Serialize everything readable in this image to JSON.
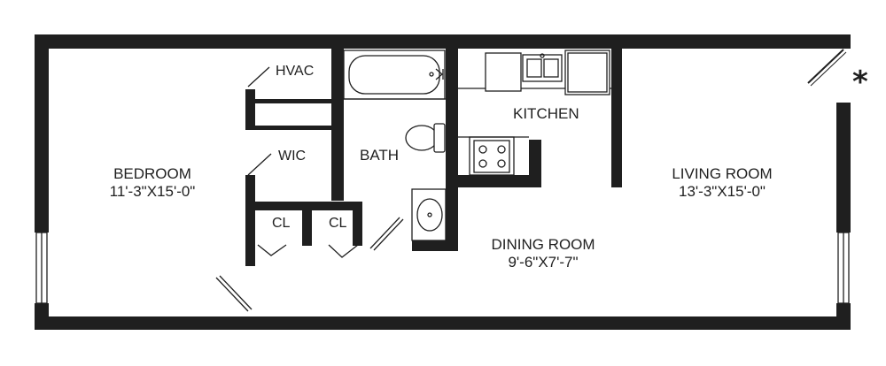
{
  "floorplan": {
    "rooms": [
      {
        "name": "BEDROOM",
        "dimensions": "11'-3\"X15'-0\""
      },
      {
        "name": "LIVING ROOM",
        "dimensions": "13'-3\"X15'-0\""
      },
      {
        "name": "DINING ROOM",
        "dimensions": "9'-6\"X7'-7\""
      }
    ],
    "labels": {
      "kitchen": "KITCHEN",
      "bath": "BATH",
      "hvac": "HVAC",
      "wic": "WIC",
      "closet_1": "CL",
      "closet_2": "CL"
    },
    "entry_marker": "*",
    "colors": {
      "wall": "#1f1f1f",
      "background": "#ffffff"
    }
  }
}
